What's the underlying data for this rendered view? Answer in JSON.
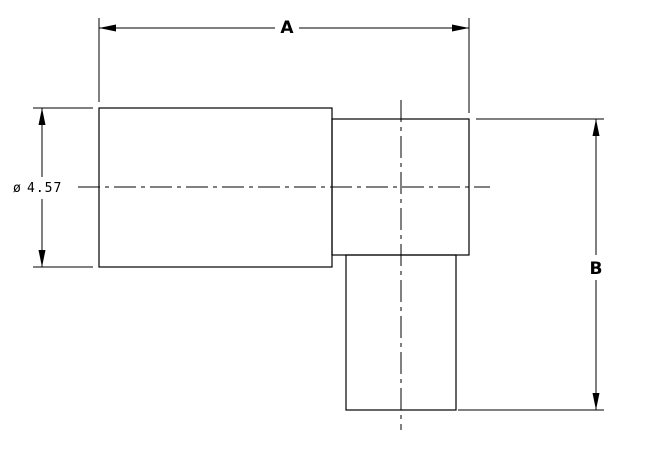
{
  "labels": {
    "dim_a": "A",
    "dim_b": "B",
    "diameter_symbol": "ø",
    "diameter_value": "4.57"
  },
  "colors": {
    "line": "#000000",
    "background": "#ffffff"
  }
}
